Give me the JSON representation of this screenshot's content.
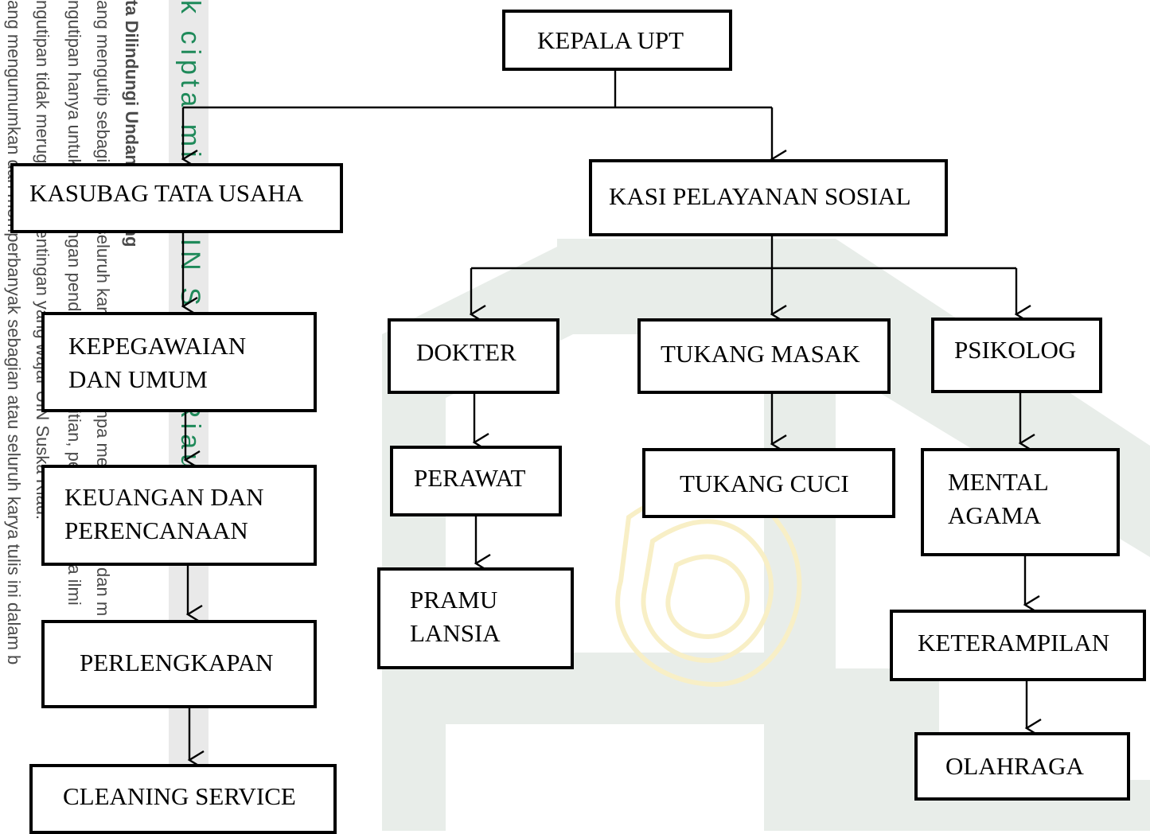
{
  "watermark": {
    "strip_lines": [
      "ang mengumumkan dan memperbanyak sebagian atau seluruh karya tulis ini dalam b",
      "ngutipan tidak merugikan kepentingan yang wajar UIN Suska Riau.",
      "ngutipan hanya untuk kepentingan pendidikan, penelitian, penulisan karya ilmi",
      "ang mengutip sebagian atau seluruh karya tulis ini tanpa mencantumkan dan m",
      "ta Dilindungi Undang-Undang"
    ],
    "brand_line": "k cipta milik UIN Suska Riau",
    "brand_color": "#1f8a5a",
    "logo_color": "#e8ede9",
    "logo_center_color": "#fbf6dc"
  },
  "org_chart": {
    "head": "KEPALA UPT",
    "admin": {
      "title": "KASUBAG TATA USAHA",
      "units": [
        "KEPEGAWAIAN\nDAN UMUM",
        "KEUANGAN DAN\nPERENCANAAN",
        "PERLENGKAPAN",
        "CLEANING SERVICE"
      ]
    },
    "services": {
      "title": "KASI PELAYANAN SOSIAL",
      "doctor": {
        "title": "DOKTER",
        "children": [
          "PERAWAT",
          "PRAMU\nLANSIA"
        ]
      },
      "cook": {
        "title": "TUKANG MASAK",
        "children": [
          "TUKANG CUCI"
        ]
      },
      "psych": {
        "title": "PSIKOLOG",
        "children": [
          "MENTAL\nAGAMA",
          "KETERAMPILAN",
          "OLAHRAGA"
        ]
      }
    }
  }
}
